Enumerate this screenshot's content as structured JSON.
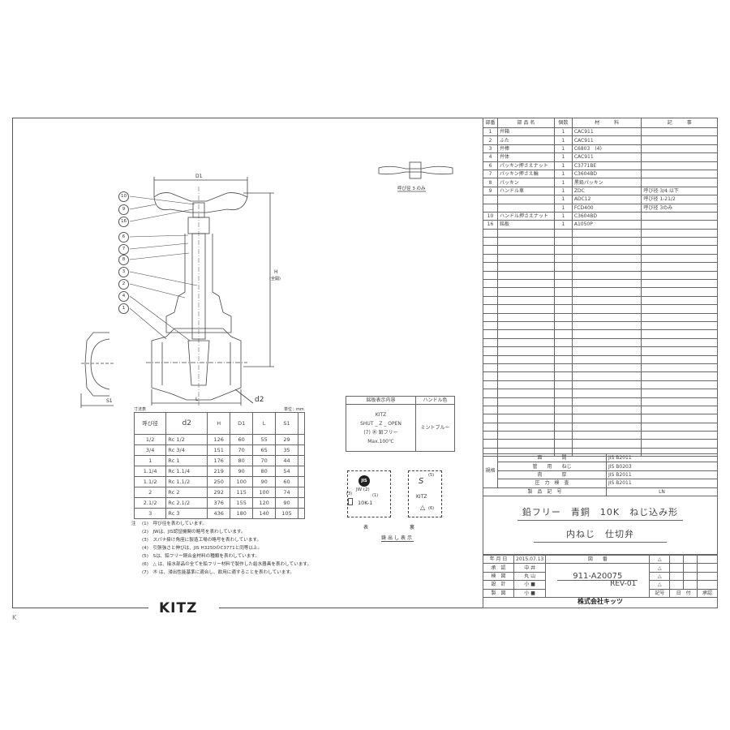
{
  "parts_table": {
    "headers": [
      "部番",
      "部 品 名",
      "個数",
      "材　　　料",
      "記　　　事"
    ],
    "rows": [
      {
        "no": "1",
        "name": "弁箱",
        "qty": "1",
        "material": "CAC911",
        "note": ""
      },
      {
        "no": "2",
        "name": "ふた",
        "qty": "1",
        "material": "CAC911",
        "note": ""
      },
      {
        "no": "3",
        "name": "弁棒",
        "qty": "1",
        "material": "C6803　(4)",
        "note": ""
      },
      {
        "no": "4",
        "name": "弁体",
        "qty": "1",
        "material": "CAC911",
        "note": ""
      },
      {
        "no": "6",
        "name": "パッキン押さえナット",
        "qty": "1",
        "material": "C3771BE",
        "note": ""
      },
      {
        "no": "7",
        "name": "パッキン押さえ輪",
        "qty": "1",
        "material": "C3604BD",
        "note": ""
      },
      {
        "no": "8",
        "name": "パッキン",
        "qty": "1",
        "material": "黒鉛パッキン",
        "note": ""
      },
      {
        "no": "9",
        "name": "ハンドル車",
        "qty": "1",
        "material": "ZDC",
        "note": "呼び径 3/4 以下"
      },
      {
        "no": "",
        "name": "",
        "qty": "1",
        "material": "ADC12",
        "note": "呼び径 1-21/2"
      },
      {
        "no": "",
        "name": "",
        "qty": "1",
        "material": "FCD400",
        "note": "呼び径 3のみ"
      },
      {
        "no": "10",
        "name": "ハンドル押さえナット",
        "qty": "1",
        "material": "C3604BD",
        "note": ""
      },
      {
        "no": "16",
        "name": "銘板",
        "qty": "1",
        "material": "A1050P",
        "note": ""
      }
    ]
  },
  "standards": {
    "group_label": "規格",
    "rows": [
      {
        "item": "面　　　　間",
        "value": "JIS B2011"
      },
      {
        "item": "管　　用　　ねじ",
        "value": "JIS B0203"
      },
      {
        "item": "肉　　　　厚",
        "value": "JIS B2011"
      },
      {
        "item": "圧　力　検　査",
        "value": "JIS B2011"
      }
    ],
    "product_code_label": "製　品　記　号",
    "product_code": "LN"
  },
  "product_title": {
    "line1": "鉛フリー　青銅　10K　ねじ込み形",
    "line2": "内ねじ　仕切弁"
  },
  "title_block": {
    "date_label": "年 月 日",
    "date": "2015.07.13",
    "roles": [
      {
        "label": "承　認",
        "name": "中 井"
      },
      {
        "label": "検　図",
        "name": "丸 山"
      },
      {
        "label": "設　計",
        "name": "小 ■"
      },
      {
        "label": "製　図",
        "name": "小 ■"
      }
    ],
    "drawing_no_label": "図　　番",
    "drawing_no": "911-A20075",
    "revision": "REV-01",
    "rev_headers": [
      "記号",
      "日　付",
      "承認"
    ],
    "company": "株式会社キッツ"
  },
  "drawing": {
    "balloons": [
      "10",
      "9",
      "16",
      "6",
      "7",
      "8",
      "3",
      "2",
      "4",
      "1"
    ],
    "dim_D1": "D1",
    "dim_H": "H",
    "dim_H_note": "(全開)",
    "dim_L": "L",
    "dim_d2": "d2",
    "dim_S1": "S1",
    "handle_top_view_note": "呼び径 3 のみ"
  },
  "dimension_table": {
    "caption": "寸法表",
    "unit": "単位：mm",
    "headers": [
      "呼び径",
      "d2",
      "H",
      "D1",
      "L",
      "S1",
      ""
    ],
    "rows": [
      [
        "1/2",
        "Rc 1/2",
        "126",
        "60",
        "55",
        "29",
        ""
      ],
      [
        "3/4",
        "Rc 3/4",
        "151",
        "70",
        "65",
        "35",
        ""
      ],
      [
        "1",
        "Rc 1",
        "176",
        "80",
        "70",
        "44",
        ""
      ],
      [
        "1.1/4",
        "Rc 1.1/4",
        "219",
        "90",
        "80",
        "54",
        ""
      ],
      [
        "1.1/2",
        "Rc 1.1/2",
        "250",
        "100",
        "90",
        "60",
        ""
      ],
      [
        "2",
        "Rc 2",
        "292",
        "115",
        "100",
        "74",
        ""
      ],
      [
        "2.1/2",
        "Rc 2.1/2",
        "376",
        "155",
        "120",
        "90",
        ""
      ],
      [
        "3",
        "Rc 3",
        "436",
        "180",
        "140",
        "105",
        ""
      ]
    ]
  },
  "marking_table": {
    "headers": [
      "銘板表示内容",
      "ハンドル色"
    ],
    "brand": "KITZ",
    "shut": "SHUT",
    "open": "OPEN",
    "z_mark": "Z",
    "lead_free": "(7) ㊍ 鉛フリー",
    "max_temp": "Max.100℃",
    "handle_color": "ミントブルー"
  },
  "cast_marking": {
    "front_jis": "JIS",
    "front_jw": "JW (2)",
    "front_ref1": "(1)",
    "front_ref3": "(3)",
    "front_rating": "10K-1",
    "back_ref5": "(5)",
    "back_s": "S",
    "back_brand": "KITZ",
    "back_ref6": "(6)",
    "front_label": "表",
    "back_label": "裏",
    "title": "鋳出し表示"
  },
  "notes": {
    "prefix": "注",
    "items": [
      "(1)　呼び径を表わしています。",
      "(2)　JWは、JIS認証機関の略号を表わしています。",
      "(3)　スパナ掛け角座に製造工場の略号を表わしています。",
      "(4)　引張強さと伸びは、JIS H3250のC3771と同等以上。",
      "(5)　Sは、鉛フリー銅合金材料の種類を表わしています。",
      "(6)　△ は、接水部品の全てを鉛フリー材料で製作した給水器具を表わしています。",
      "(7)　㊍ は、浸出性能基準に適合し、飲用に適することを表わしています。"
    ]
  },
  "logo": {
    "text": "KITZ"
  },
  "corner_mark": "K"
}
